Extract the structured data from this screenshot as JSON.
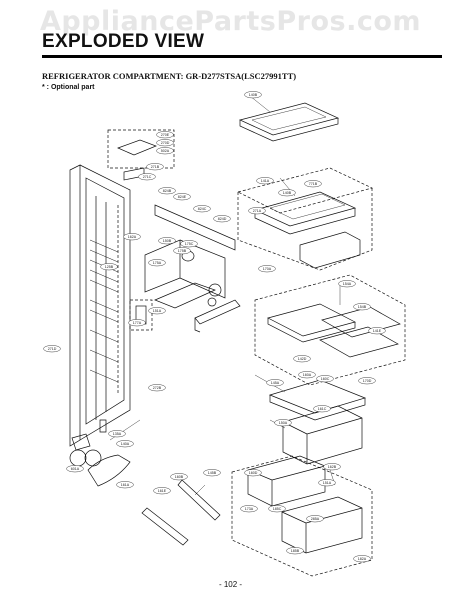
{
  "watermark": "AppliancePartsPros.com",
  "title": "EXPLODED VIEW",
  "subtitle": "REFRIGERATOR COMPARTMENT: GR-D277STSA(LSC27991TT)",
  "note": "* : Optional part",
  "page_number": "- 102 -",
  "part_labels": [
    "140B",
    "270E",
    "270D",
    "502A",
    "271B",
    "271C",
    "824B",
    "824E",
    "824C",
    "824D",
    "141A",
    "271A",
    "140B",
    "771B",
    "170A",
    "150B",
    "162A",
    "175A",
    "175B",
    "175C",
    "125B",
    "151A",
    "154A",
    "154B",
    "142D",
    "141E",
    "160A",
    "160C",
    "145A",
    "177A",
    "271D",
    "272B",
    "135A",
    "140A",
    "601A",
    "161A",
    "150A",
    "161C",
    "151A",
    "160B",
    "145B",
    "161E",
    "160D",
    "162B",
    "185C",
    "285A",
    "170D",
    "173A",
    "185B",
    "182A"
  ]
}
